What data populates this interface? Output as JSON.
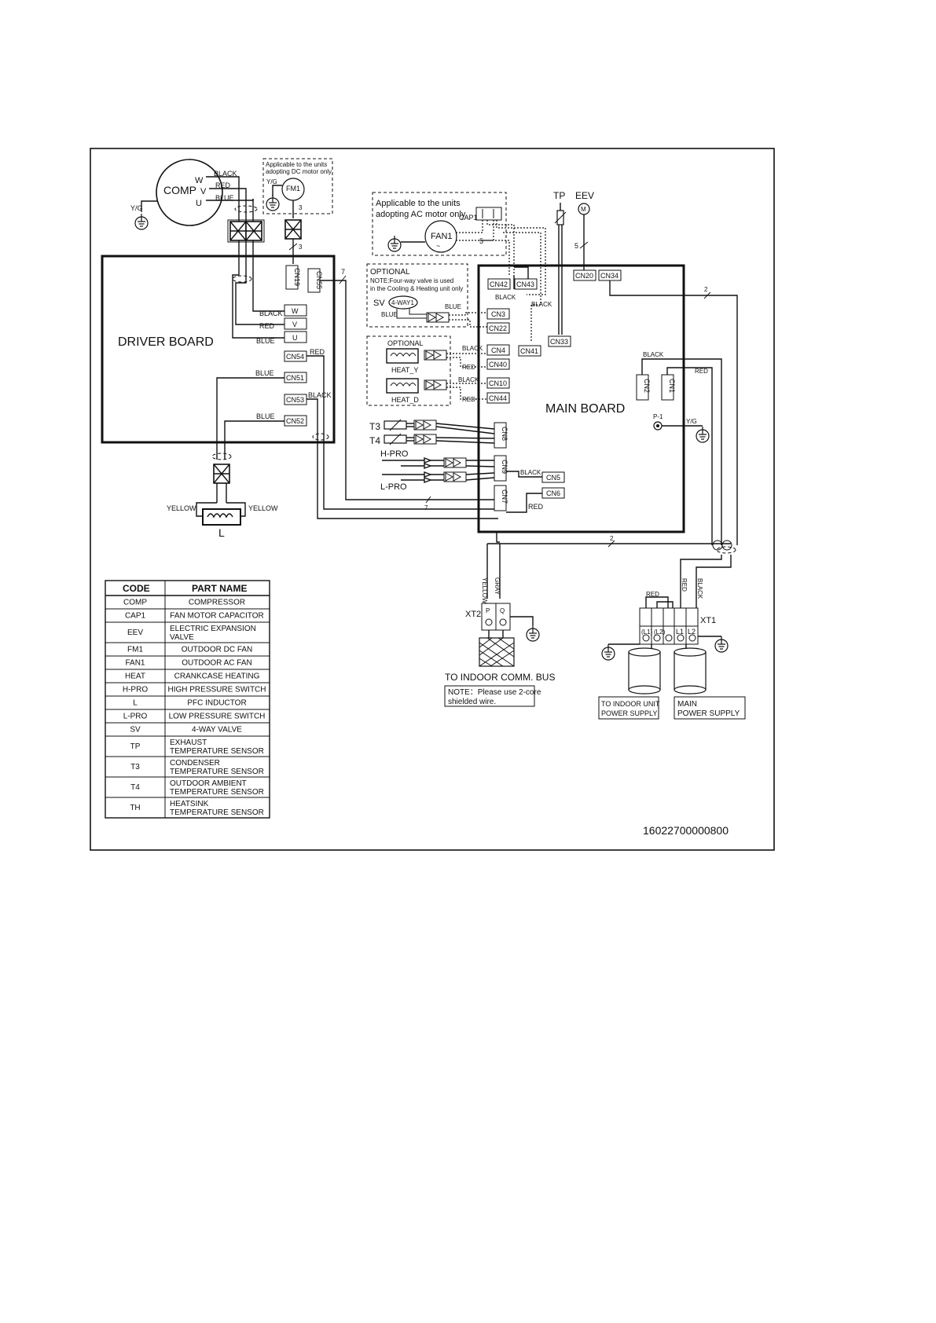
{
  "frame_number": "16022700000800",
  "boards": {
    "driver": "DRIVER BOARD",
    "main": "MAIN  BOARD"
  },
  "components": {
    "comp": "COMP",
    "comp_w": "W",
    "comp_v": "V",
    "comp_u": "U",
    "yg": "Y/G",
    "fm1": "FM1",
    "fan1": "FAN1",
    "cap1": "CAP1",
    "tp": "TP",
    "eev": "EEV",
    "eev_m": "M",
    "sv": "SV",
    "four_way": "4-WAY1",
    "heat_y": "HEAT_Y",
    "heat_d": "HEAT_D",
    "t3": "T3",
    "t4": "T4",
    "hpro": "H-PRO",
    "lpro": "L-PRO",
    "inductor": "L",
    "p1": "P-1",
    "xt1": "XT1",
    "xt2": "XT2"
  },
  "notes": {
    "dc_motor_l1": "Applicable to the units",
    "dc_motor_l2": "adopting DC  motor only",
    "ac_motor_l1": "Applicable to the units",
    "ac_motor_l2": "adopting AC  motor only",
    "optional_sv": "OPTIONAL",
    "sv_note_l1": "NOTE:Four-way valve  is used",
    "sv_note_l2": "in the Cooling  & Heating unit only",
    "optional_heat": "OPTIONAL",
    "comm_bus": "TO INDOOR COMM. BUS",
    "shield_l1": "NOTE：Please use 2-core",
    "shield_l2": "shielded wire.",
    "indoor_power_l1": "TO INDOOR  UNIT",
    "indoor_power_l2": "POWER SUPPLY",
    "main_power_l1": "MAIN",
    "main_power_l2": "POWER SUPPLY"
  },
  "connectors": {
    "cn19": "CN19",
    "cn55": "CN55",
    "w": "W",
    "v": "V",
    "u": "U",
    "cn54": "CN54",
    "cn51": "CN51",
    "cn53": "CN53",
    "cn52": "CN52",
    "cn42": "CN42",
    "cn43": "CN43",
    "cn20": "CN20",
    "cn34": "CN34",
    "cn3": "CN3",
    "cn22": "CN22",
    "cn41": "CN41",
    "cn33": "CN33",
    "cn4": "CN4",
    "cn40": "CN40",
    "cn10": "CN10",
    "cn44": "CN44",
    "cn8": "CN8",
    "cn9": "CN9",
    "cn7": "CN7",
    "cn5": "CN5",
    "cn6": "CN6",
    "cn2": "CN2",
    "cn1": "CN1"
  },
  "wires": {
    "black": "BLACK",
    "red": "RED",
    "blue": "BLUE",
    "yellow": "YELLOW",
    "yellow_vert": "YELLOW",
    "grey_vert": "GRAY",
    "n3": "3",
    "n5": "5",
    "n7": "7",
    "n2": "2"
  },
  "terminals": {
    "xt2_p": "P",
    "xt2_q": "Q",
    "xt1_l1_in": "(L1)",
    "xt1_l2_in": "(L2)",
    "xt1_l1": "L1",
    "xt1_l2": "L2"
  },
  "legend": {
    "header_code": "CODE",
    "header_name": "PART NAME",
    "rows": [
      {
        "code": "COMP",
        "name": "COMPRESSOR"
      },
      {
        "code": "CAP1",
        "name": "FAN MOTOR CAPACITOR"
      },
      {
        "code": "EEV",
        "name": "ELECTRIC EXPANSION",
        "name2": "VALVE"
      },
      {
        "code": "FM1",
        "name": "OUTDOOR DC  FAN"
      },
      {
        "code": "FAN1",
        "name": "OUTDOOR AC FAN"
      },
      {
        "code": "HEAT",
        "name": "CRANKCASE HEATING"
      },
      {
        "code": "H-PRO",
        "name": "HIGH PRESSURE SWITCH"
      },
      {
        "code": "L",
        "name": "PFC INDUCTOR"
      },
      {
        "code": "L-PRO",
        "name": "LOW PRESSURE SWITCH"
      },
      {
        "code": "SV",
        "name": "4-WAY VALVE"
      },
      {
        "code": "TP",
        "name": "EXHAUST",
        "name2": "TEMPERATURE SENSOR"
      },
      {
        "code": "T3",
        "name": "CONDENSER",
        "name2": "TEMPERATURE SENSOR"
      },
      {
        "code": "T4",
        "name": "OUTDOOR AMBIENT",
        "name2": "TEMPERATURE SENSOR"
      },
      {
        "code": "TH",
        "name": "HEATSINK",
        "name2": "TEMPERATURE SENSOR"
      }
    ]
  }
}
